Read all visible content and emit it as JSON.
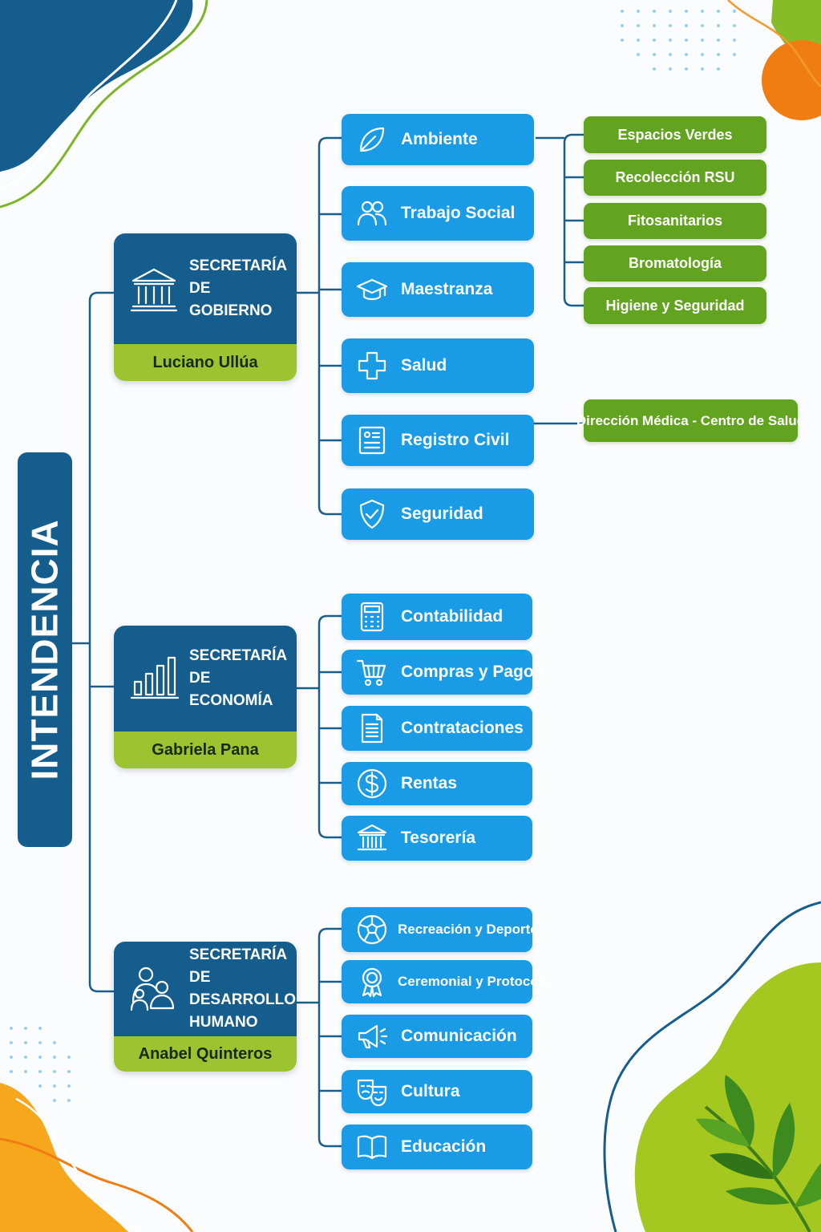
{
  "root": {
    "label": "INTENDENCIA"
  },
  "secretariats": [
    {
      "title": "SECRETARÍA\nDE GOBIERNO",
      "head": "Luciano Ullúa",
      "icon": "government-building-icon",
      "departments": [
        {
          "label": "Ambiente",
          "icon": "leaf-icon"
        },
        {
          "label": "Trabajo Social",
          "icon": "people-icon"
        },
        {
          "label": "Maestranza",
          "icon": "graduation-cap-icon"
        },
        {
          "label": "Salud",
          "icon": "medical-cross-icon"
        },
        {
          "label": "Registro Civil",
          "icon": "id-document-icon"
        },
        {
          "label": "Seguridad",
          "icon": "shield-check-icon"
        }
      ]
    },
    {
      "title": "SECRETARÍA\nDE ECONOMÍA",
      "head": "Gabriela Pana",
      "icon": "bar-chart-icon",
      "departments": [
        {
          "label": "Contabilidad",
          "icon": "calculator-icon"
        },
        {
          "label": "Compras y Pagos",
          "icon": "shopping-cart-icon"
        },
        {
          "label": "Contrataciones",
          "icon": "document-icon"
        },
        {
          "label": "Rentas",
          "icon": "dollar-coin-icon"
        },
        {
          "label": "Tesorería",
          "icon": "bank-icon"
        }
      ]
    },
    {
      "title": "SECRETARÍA\nDE DESARROLLO\nHUMANO",
      "head": "Anabel Quinteros",
      "icon": "family-group-icon",
      "departments": [
        {
          "label": "Recreación y Deporte",
          "icon": "soccer-ball-icon"
        },
        {
          "label": "Ceremonial y Protocolo",
          "icon": "award-ribbon-icon"
        },
        {
          "label": "Comunicación",
          "icon": "megaphone-icon"
        },
        {
          "label": "Cultura",
          "icon": "theater-masks-icon"
        },
        {
          "label": "Educación",
          "icon": "open-book-icon"
        }
      ]
    }
  ],
  "ambiente_areas": [
    "Espacios Verdes",
    "Recolección RSU",
    "Fitosanitarios",
    "Bromatología",
    "Higiene y Seguridad"
  ],
  "registro_civil_area": "Dirección Médica - Centro de Salud",
  "colors": {
    "navy": "#155d8c",
    "blue": "#1a9be6",
    "green": "#62a320",
    "lime": "#9cc431",
    "orange": "#f07d12",
    "yellow": "#f7a71b"
  }
}
